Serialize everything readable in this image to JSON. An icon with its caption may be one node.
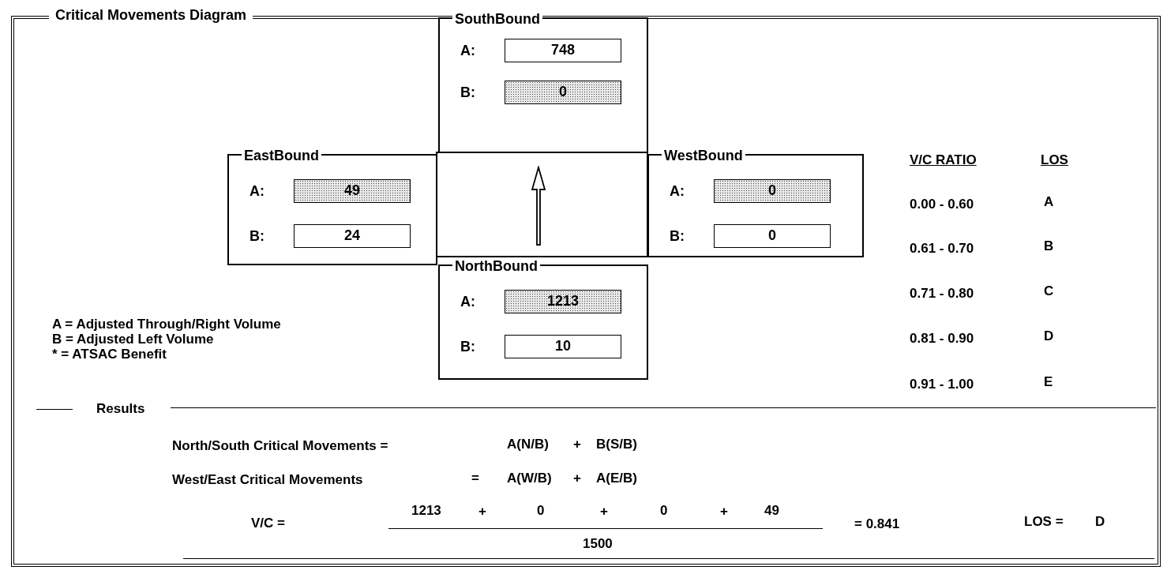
{
  "diagram": {
    "title": "Critical Movements Diagram",
    "nodes": [
      {
        "text": [
          "SouthBound",
          "A:",
          "B:"
        ]
      },
      {
        "text": [
          "748"
        ],
        "in": 0
      },
      {
        "text": [
          "0"
        ],
        "in": 0
      },
      {
        "text": [
          "EastBound",
          "A:",
          "B:"
        ]
      },
      {
        "text": [
          "49"
        ],
        "in": 3
      },
      {
        "text": [
          "24"
        ],
        "in": 3
      },
      {
        "text": [],
        "shape": "box"
      },
      {
        "text": [
          "WestBound",
          "A:",
          "B:"
        ]
      },
      {
        "text": [
          "0"
        ],
        "in": 7
      },
      {
        "text": [
          "0"
        ],
        "in": 7
      },
      {
        "text": [
          "NorthBound",
          "A:",
          "B:"
        ]
      },
      {
        "text": [
          "1213"
        ],
        "in": 10
      },
      {
        "text": [
          "10"
        ],
        "in": 10
      }
    ],
    "labels": [
      "A = Adjusted Through/Right Volume",
      "B = Adjusted Left Volume",
      "* = ATSAC Benefit",
      "V/C RATIO",
      "LOS",
      "0.00 - 0.60",
      "A",
      "0.61 - 0.70",
      "B",
      "0.71 - 0.80",
      "C",
      "0.81 - 0.90",
      "D",
      "0.91 - 1.00",
      "E",
      "Results",
      "North/South Critical Movements =",
      "A(N/B)",
      "+",
      "B(S/B)",
      "West/East Critical Movements",
      "=",
      "A(W/B)",
      "+",
      "A(E/B)",
      "V/C =",
      "1213",
      "+",
      "0",
      "+",
      "0",
      "+",
      "49",
      "1500",
      "= 0.841",
      "LOS =",
      "D"
    ]
  }
}
